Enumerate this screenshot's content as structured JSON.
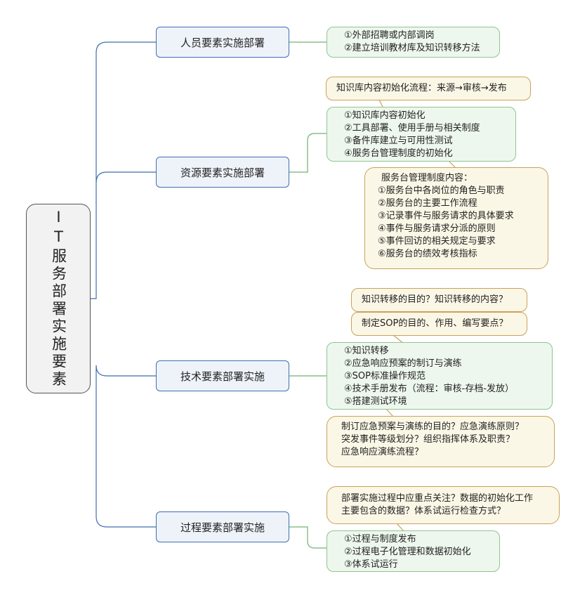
{
  "root": {
    "title": "IT服务部署实施要素"
  },
  "branches": [
    {
      "label": "人员要素实施部署",
      "items": [
        "①外部招聘或内部调岗",
        "②建立培训教材库及知识转移方法"
      ]
    },
    {
      "label": "资源要素实施部署",
      "note": "知识库内容初始化流程：来源→审核→发布",
      "items": [
        "①知识库内容初始化",
        "②工具部署、使用手册与相关制度",
        "③备件库建立与可用性测试",
        "④服务台管理制度的初始化"
      ],
      "detail": {
        "heading": "服务台管理制度内容：",
        "lines": [
          "①服务台中各岗位的角色与职责",
          "②服务台的主要工作流程",
          "③记录事件与服务请求的具体要求",
          "④事件与服务请求分派的原则",
          "⑤事件回访的相关规定与要求",
          "⑥服务台的绩效考核指标"
        ]
      }
    },
    {
      "label": "技术要素部署实施",
      "notes": [
        "知识转移的目的？知识转移的内容？",
        "制定SOP的目的、作用、编写要点？"
      ],
      "items": [
        "①知识转移",
        "②应急响应预案的制订与演练",
        "③SOP标准操作规范",
        "④技术手册发布（流程：审核-存档-发放）",
        "⑤搭建测试环境"
      ],
      "questions": [
        "制订应急预案与演练的目的？应急演练原则？",
        "突发事件等级划分？组织指挥体系及职责？",
        "应急响应演练流程？"
      ]
    },
    {
      "label": "过程要素部署实施",
      "questions": [
        "部署实施过程中应重点关注？数据的初始化工作",
        "主要包含的数据？体系试运行检查方式？"
      ],
      "items": [
        "①过程与制度发布",
        "②过程电子化管理和数据初始化",
        "③体系试运行"
      ]
    }
  ],
  "colors": {
    "branch_border": "#3f6fb0",
    "green_fill": "#eef7ee",
    "green_border": "#8fc592",
    "tan_fill": "#fbf7e6",
    "tan_border": "#c8a25a"
  }
}
